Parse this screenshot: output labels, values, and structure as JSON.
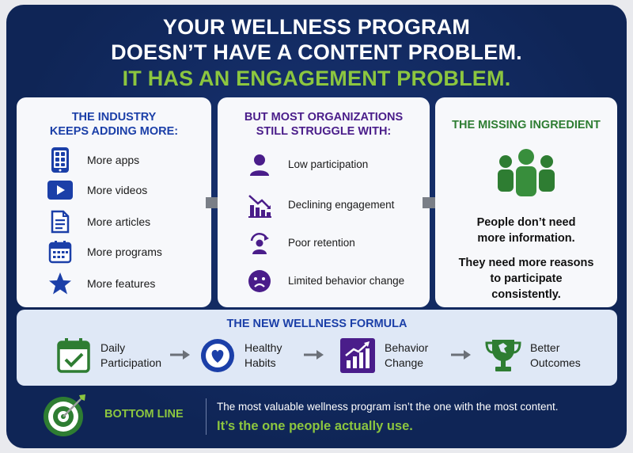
{
  "headline": {
    "line1": "YOUR WELLNESS PROGRAM",
    "line2": "DOESN’T HAVE A CONTENT PROBLEM.",
    "line3": "IT HAS AN ENGAGEMENT PROBLEM."
  },
  "industry": {
    "title_line1": "THE INDUSTRY",
    "title_line2": "KEEPS ADDING MORE:",
    "items": [
      {
        "icon": "phone-apps-icon",
        "label": "More apps"
      },
      {
        "icon": "video-play-icon",
        "label": "More videos"
      },
      {
        "icon": "article-icon",
        "label": "More articles"
      },
      {
        "icon": "calendar-icon",
        "label": "More programs"
      },
      {
        "icon": "star-icon",
        "label": "More features"
      }
    ]
  },
  "struggles": {
    "title_line1": "BUT MOST ORGANIZATIONS",
    "title_line2": "STILL STRUGGLE WITH:",
    "items": [
      {
        "icon": "person-icon",
        "label": "Low participation"
      },
      {
        "icon": "declining-chart-icon",
        "label": "Declining engagement"
      },
      {
        "icon": "retention-icon",
        "label": "Poor retention"
      },
      {
        "icon": "sad-face-icon",
        "label": "Limited behavior change"
      }
    ]
  },
  "missing": {
    "title": "THE MISSING INGREDIENT",
    "icon": "people-group-icon",
    "text1_line1": "People don’t need",
    "text1_line2": "more information.",
    "text2_line1": "They need more reasons",
    "text2_line2": "to participate",
    "text2_line3": "consistently."
  },
  "formula": {
    "title": "THE NEW WELLNESS FORMULA",
    "steps": [
      {
        "icon": "calendar-check-icon",
        "line1": "Daily",
        "line2": "Participation"
      },
      {
        "icon": "heart-circle-icon",
        "line1": "Healthy",
        "line2": "Habits"
      },
      {
        "icon": "growth-chart-icon",
        "line1": "Behavior",
        "line2": "Change"
      },
      {
        "icon": "trophy-icon",
        "line1": "Better",
        "line2": "Outcomes"
      }
    ]
  },
  "bottom_line": {
    "icon": "target-icon",
    "label": "BOTTOM LINE",
    "text1": "The most valuable wellness program isn’t the one with the most content.",
    "text2": "It’s the one people actually use."
  },
  "colors": {
    "navy": "#0f2556",
    "green_accent": "#8cc63f",
    "blue_title": "#1b3fa8",
    "purple": "#4a1d8a",
    "green_dark": "#2e7d32"
  }
}
